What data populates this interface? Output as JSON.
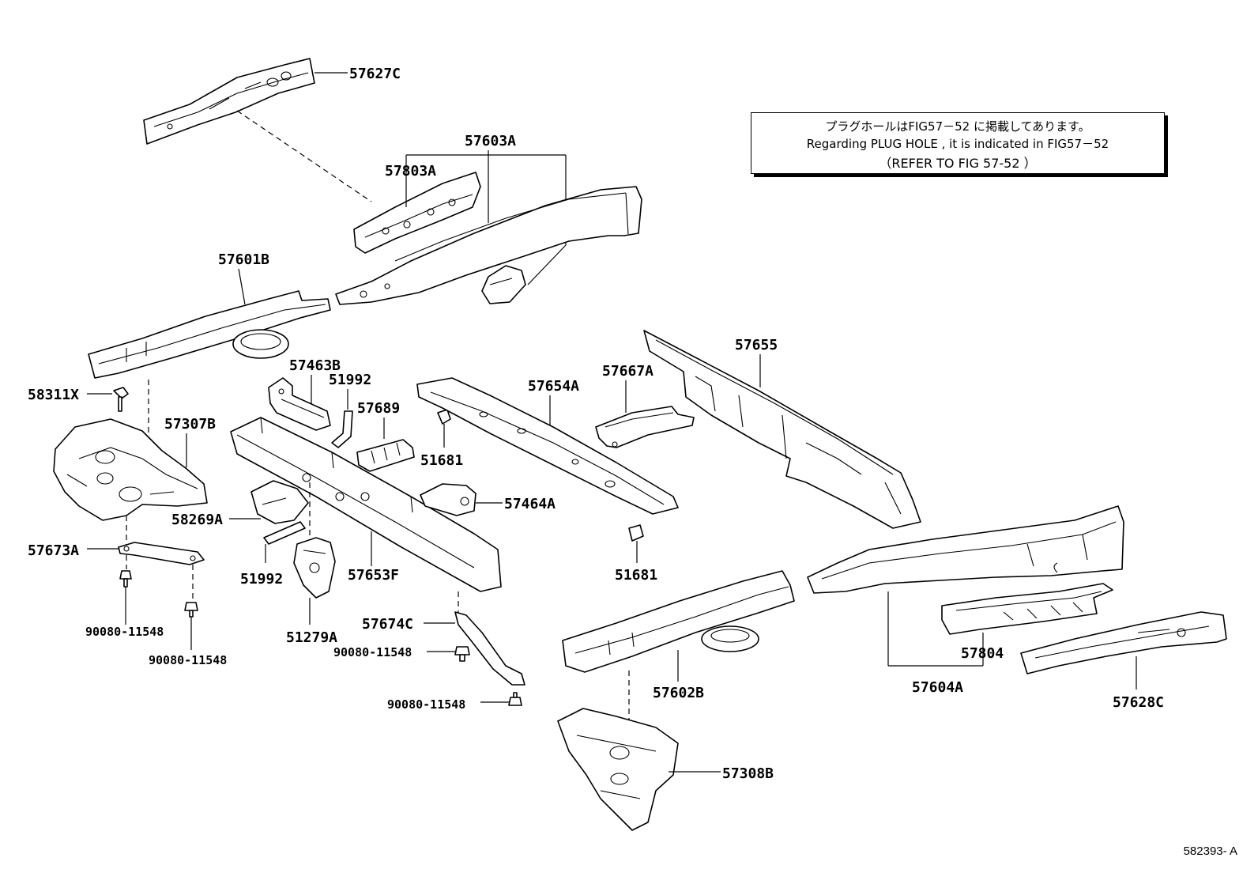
{
  "note": {
    "line1": "プラグホールはFIG57－52 に掲載してあります。",
    "line2": "Regarding PLUG HOLE , it is indicated in FIG57－52",
    "line3": "（REFER TO FIG  57-52  ）"
  },
  "diagram_id": "582393- A",
  "labels": {
    "p57627C": "57627C",
    "p57603A": "57603A",
    "p57803A": "57803A",
    "p57601B": "57601B",
    "p57463B": "57463B",
    "p51992a": "51992",
    "p57689": "57689",
    "p58311X": "58311X",
    "p57307B": "57307B",
    "p51681a": "51681",
    "p57654A": "57654A",
    "p57667A": "57667A",
    "p57655": "57655",
    "p58269A": "58269A",
    "p57464A": "57464A",
    "p57673A": "57673A",
    "p51992b": "51992",
    "p57653F": "57653F",
    "p51681b": "51681",
    "p90080a": "90080-11548",
    "p90080b": "90080-11548",
    "p51279A": "51279A",
    "p57674C": "57674C",
    "p90080c": "90080-11548",
    "p90080d": "90080-11548",
    "p57804": "57804",
    "p57602B": "57602B",
    "p57604A": "57604A",
    "p57628C": "57628C",
    "p57308B": "57308B"
  }
}
